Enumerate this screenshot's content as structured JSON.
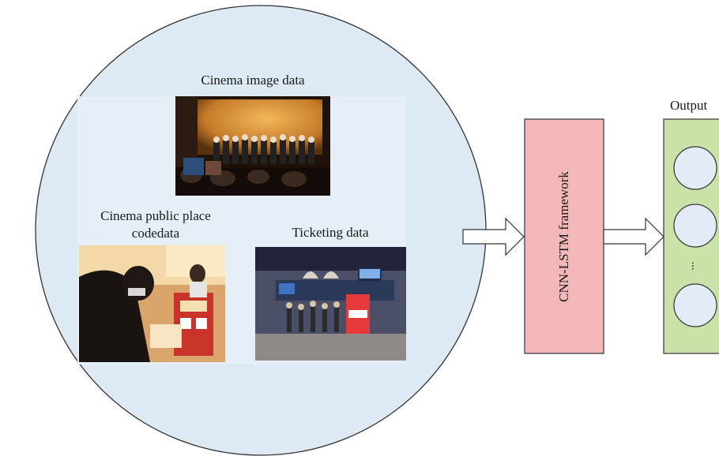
{
  "input": {
    "image_caption": "Cinema image data",
    "public_place_caption_line1": "Cinema public place",
    "public_place_caption_line2": "codedata",
    "ticketing_caption": "Ticketing data"
  },
  "framework": {
    "label": "CNN-LSTM framework"
  },
  "output": {
    "label": "Output",
    "ellipsis": "..."
  },
  "colors": {
    "input_circle_fill": "#dde9f3",
    "input_panel_fill": "#e6eff7",
    "framework_fill": "#f5b8b8",
    "output_fill": "#c8e2a8",
    "node_fill": "#e3ecf6",
    "stroke": "#333333"
  }
}
